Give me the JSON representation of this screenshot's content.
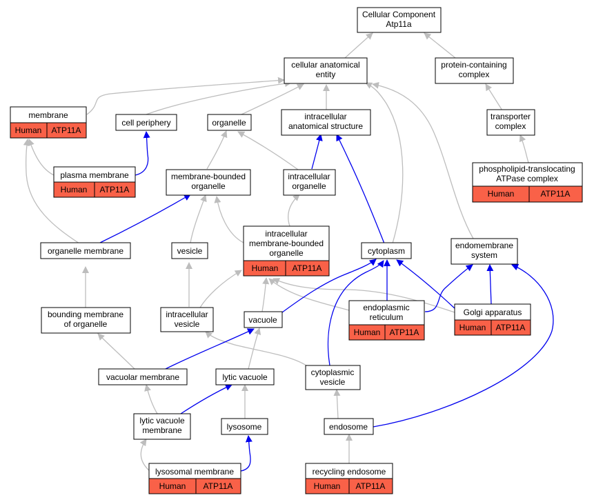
{
  "colors": {
    "annotation_fill": "#f96148",
    "regulates_edge": "#0000ee",
    "is_a_edge": "#bdbdbd"
  },
  "nodes": {
    "root": {
      "lines": [
        "Cellular Component",
        "Atp11a"
      ]
    },
    "cellular_anatomical_entity": {
      "lines": [
        "cellular anatomical",
        "entity"
      ]
    },
    "protein_containing_complex": {
      "lines": [
        "protein-containing",
        "complex"
      ]
    },
    "membrane": {
      "lines": [
        "membrane"
      ],
      "annotation": [
        "Human",
        "ATP11A"
      ]
    },
    "cell_periphery": {
      "lines": [
        "cell periphery"
      ]
    },
    "organelle": {
      "lines": [
        "organelle"
      ]
    },
    "intracellular_anatomical_structure": {
      "lines": [
        "intracellular",
        "anatomical structure"
      ]
    },
    "transporter_complex": {
      "lines": [
        "transporter",
        "complex"
      ]
    },
    "plasma_membrane": {
      "lines": [
        "plasma membrane"
      ],
      "annotation": [
        "Human",
        "ATP11A"
      ]
    },
    "membrane_bounded_organelle": {
      "lines": [
        "membrane-bounded",
        "organelle"
      ]
    },
    "intracellular_organelle": {
      "lines": [
        "intracellular",
        "organelle"
      ]
    },
    "phospholipid_translocating_complex": {
      "lines": [
        "phospholipid-translocating",
        "ATPase complex"
      ],
      "annotation": [
        "Human",
        "ATP11A"
      ]
    },
    "organelle_membrane": {
      "lines": [
        "organelle membrane"
      ]
    },
    "vesicle": {
      "lines": [
        "vesicle"
      ]
    },
    "intracellular_membrane_bounded_organelle": {
      "lines": [
        "intracellular",
        "membrane-bounded",
        "organelle"
      ],
      "annotation": [
        "Human",
        "ATP11A"
      ]
    },
    "cytoplasm": {
      "lines": [
        "cytoplasm"
      ]
    },
    "endomembrane_system": {
      "lines": [
        "endomembrane",
        "system"
      ]
    },
    "bounding_membrane_of_organelle": {
      "lines": [
        "bounding membrane",
        "of organelle"
      ]
    },
    "intracellular_vesicle": {
      "lines": [
        "intracellular",
        "vesicle"
      ]
    },
    "vacuole": {
      "lines": [
        "vacuole"
      ]
    },
    "endoplasmic_reticulum": {
      "lines": [
        "endoplasmic",
        "reticulum"
      ],
      "annotation": [
        "Human",
        "ATP11A"
      ]
    },
    "golgi_apparatus": {
      "lines": [
        "Golgi apparatus"
      ],
      "annotation": [
        "Human",
        "ATP11A"
      ]
    },
    "vacuolar_membrane": {
      "lines": [
        "vacuolar membrane"
      ]
    },
    "lytic_vacuole": {
      "lines": [
        "lytic vacuole"
      ]
    },
    "cytoplasmic_vesicle": {
      "lines": [
        "cytoplasmic",
        "vesicle"
      ]
    },
    "lytic_vacuole_membrane": {
      "lines": [
        "lytic vacuole",
        "membrane"
      ]
    },
    "lysosome": {
      "lines": [
        "lysosome"
      ]
    },
    "endosome": {
      "lines": [
        "endosome"
      ]
    },
    "lysosomal_membrane": {
      "lines": [
        "lysosomal membrane"
      ],
      "annotation": [
        "Human",
        "ATP11A"
      ]
    },
    "recycling_endosome": {
      "lines": [
        "recycling endosome"
      ],
      "annotation": [
        "Human",
        "ATP11A"
      ]
    }
  },
  "edges": [
    {
      "from": "cellular_anatomical_entity",
      "to": "root",
      "type": "is_a"
    },
    {
      "from": "protein_containing_complex",
      "to": "root",
      "type": "is_a"
    },
    {
      "from": "membrane",
      "to": "cellular_anatomical_entity",
      "type": "is_a"
    },
    {
      "from": "cell_periphery",
      "to": "cellular_anatomical_entity",
      "type": "is_a"
    },
    {
      "from": "organelle",
      "to": "cellular_anatomical_entity",
      "type": "is_a"
    },
    {
      "from": "intracellular_anatomical_structure",
      "to": "cellular_anatomical_entity",
      "type": "is_a"
    },
    {
      "from": "cytoplasm",
      "to": "cellular_anatomical_entity",
      "type": "is_a"
    },
    {
      "from": "endomembrane_system",
      "to": "cellular_anatomical_entity",
      "type": "is_a"
    },
    {
      "from": "transporter_complex",
      "to": "protein_containing_complex",
      "type": "is_a"
    },
    {
      "from": "phospholipid_translocating_complex",
      "to": "transporter_complex",
      "type": "is_a"
    },
    {
      "from": "plasma_membrane",
      "to": "membrane",
      "type": "is_a"
    },
    {
      "from": "plasma_membrane",
      "to": "cell_periphery",
      "type": "part_of"
    },
    {
      "from": "organelle_membrane",
      "to": "membrane",
      "type": "is_a"
    },
    {
      "from": "membrane_bounded_organelle",
      "to": "organelle",
      "type": "is_a"
    },
    {
      "from": "intracellular_organelle",
      "to": "organelle",
      "type": "is_a"
    },
    {
      "from": "intracellular_organelle",
      "to": "intracellular_anatomical_structure",
      "type": "part_of"
    },
    {
      "from": "cytoplasm",
      "to": "intracellular_anatomical_structure",
      "type": "part_of"
    },
    {
      "from": "organelle_membrane",
      "to": "membrane_bounded_organelle",
      "type": "part_of"
    },
    {
      "from": "vesicle",
      "to": "membrane_bounded_organelle",
      "type": "is_a"
    },
    {
      "from": "intracellular_membrane_bounded_organelle",
      "to": "membrane_bounded_organelle",
      "type": "is_a"
    },
    {
      "from": "intracellular_membrane_bounded_organelle",
      "to": "intracellular_organelle",
      "type": "is_a"
    },
    {
      "from": "bounding_membrane_of_organelle",
      "to": "organelle_membrane",
      "type": "is_a"
    },
    {
      "from": "intracellular_vesicle",
      "to": "vesicle",
      "type": "is_a"
    },
    {
      "from": "intracellular_vesicle",
      "to": "intracellular_membrane_bounded_organelle",
      "type": "is_a"
    },
    {
      "from": "vacuole",
      "to": "cytoplasm",
      "type": "part_of"
    },
    {
      "from": "vacuole",
      "to": "intracellular_membrane_bounded_organelle",
      "type": "is_a"
    },
    {
      "from": "endoplasmic_reticulum",
      "to": "cytoplasm",
      "type": "part_of"
    },
    {
      "from": "endoplasmic_reticulum",
      "to": "intracellular_membrane_bounded_organelle",
      "type": "is_a"
    },
    {
      "from": "endoplasmic_reticulum",
      "to": "endomembrane_system",
      "type": "part_of"
    },
    {
      "from": "golgi_apparatus",
      "to": "cytoplasm",
      "type": "part_of"
    },
    {
      "from": "golgi_apparatus",
      "to": "intracellular_membrane_bounded_organelle",
      "type": "is_a"
    },
    {
      "from": "golgi_apparatus",
      "to": "endomembrane_system",
      "type": "part_of"
    },
    {
      "from": "vacuolar_membrane",
      "to": "bounding_membrane_of_organelle",
      "type": "is_a"
    },
    {
      "from": "vacuolar_membrane",
      "to": "vacuole",
      "type": "part_of"
    },
    {
      "from": "lytic_vacuole",
      "to": "vacuole",
      "type": "is_a"
    },
    {
      "from": "cytoplasmic_vesicle",
      "to": "intracellular_vesicle",
      "type": "is_a"
    },
    {
      "from": "cytoplasmic_vesicle",
      "to": "cytoplasm",
      "type": "part_of"
    },
    {
      "from": "lytic_vacuole_membrane",
      "to": "vacuolar_membrane",
      "type": "is_a"
    },
    {
      "from": "lytic_vacuole_membrane",
      "to": "lytic_vacuole",
      "type": "part_of"
    },
    {
      "from": "lysosome",
      "to": "lytic_vacuole",
      "type": "is_a"
    },
    {
      "from": "endosome",
      "to": "cytoplasmic_vesicle",
      "type": "is_a"
    },
    {
      "from": "endosome",
      "to": "endomembrane_system",
      "type": "part_of"
    },
    {
      "from": "lysosomal_membrane",
      "to": "lytic_vacuole_membrane",
      "type": "is_a"
    },
    {
      "from": "lysosomal_membrane",
      "to": "lysosome",
      "type": "part_of"
    },
    {
      "from": "recycling_endosome",
      "to": "endosome",
      "type": "is_a"
    }
  ]
}
